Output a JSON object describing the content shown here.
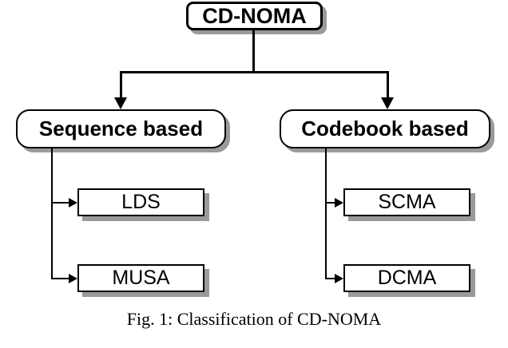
{
  "figure": {
    "root": {
      "label": "CD-NOMA"
    },
    "branches": [
      {
        "label": "Sequence based",
        "children": [
          {
            "label": "LDS"
          },
          {
            "label": "MUSA"
          }
        ]
      },
      {
        "label": "Codebook based",
        "children": [
          {
            "label": "SCMA"
          },
          {
            "label": "DCMA"
          }
        ]
      }
    ],
    "caption": "Fig. 1: Classification of CD-NOMA",
    "colors": {
      "line": "#000000",
      "box_fill": "#ffffff",
      "shadow": "#9a9a9a",
      "background": "#ffffff"
    }
  }
}
